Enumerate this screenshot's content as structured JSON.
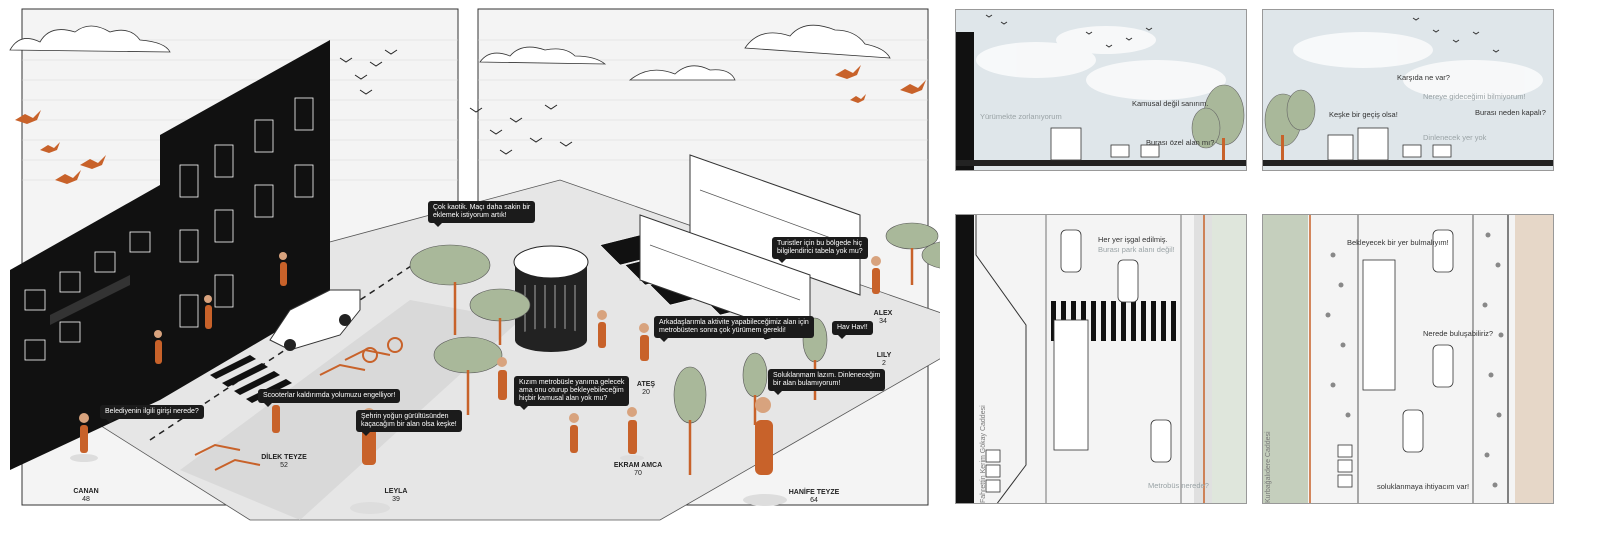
{
  "colors": {
    "accent": "#c8622a",
    "tree": "#a9b89a",
    "building": "#111111",
    "ground": "#e6e6e6",
    "sky": "#dfe6ea",
    "bubble": "#1b1b1b"
  },
  "isometric": {
    "bubbles": [
      {
        "id": "b1",
        "text": "Çok kaotik. Maçı daha sakin bir\neklemek istiyorum artık!"
      },
      {
        "id": "b2",
        "text": "Turistler için bu bölgede hiç\nbilgilendirici tabela yok mu?"
      },
      {
        "id": "b3",
        "text": "Arkadaşlarımla aktivite yapabileceğimiz alan için\nmetrobüsten sonra çok yürümem gerekli!"
      },
      {
        "id": "b4",
        "text": "Hav Hav!!"
      },
      {
        "id": "b5",
        "text": "Soluklanmam lazım. Dinleneceğim\nbir alan bulamıyorum!"
      },
      {
        "id": "b6",
        "text": "Kızım metrobüsle yanıma gelecek\nama onu oturup bekleyebileceğim\nhiçbir kamusal alan yok mu?"
      },
      {
        "id": "b7",
        "text": "Scooterlar kaldırımda yolumuzu engelliyor!"
      },
      {
        "id": "b8",
        "text": "Belediyenin ilgili girişi nerede?"
      },
      {
        "id": "b9",
        "text": "Şehrin yoğun gürültüsünden\nkaçacağım bir alan olsa keşke!"
      }
    ],
    "people": [
      {
        "name": "CANAN",
        "age": "48"
      },
      {
        "name": "DİLEK TEYZE",
        "age": "52"
      },
      {
        "name": "LEYLA",
        "age": "39"
      },
      {
        "name": "ATEŞ",
        "age": "20"
      },
      {
        "name": "EKRAM AMCA",
        "age": "70"
      },
      {
        "name": "HANİFE TEYZE",
        "age": "64"
      },
      {
        "name": "ALEX",
        "age": "34"
      },
      {
        "name": "LILY",
        "age": "2"
      }
    ]
  },
  "sections": {
    "left": {
      "quotes": [
        {
          "text": "Yürümekte zorlanıyorum",
          "faint": true
        },
        {
          "text": "Kamusal değil sanırım.",
          "faint": false
        },
        {
          "text": "Burası özel alan mı?",
          "faint": false
        }
      ]
    },
    "right": {
      "quotes": [
        {
          "text": "Karşıda ne var?",
          "faint": false
        },
        {
          "text": "Nereye gideceğimi bilmiyorum!",
          "faint": true
        },
        {
          "text": "Keşke bir geçiş olsa!",
          "faint": false
        },
        {
          "text": "Burası neden kapalı?",
          "faint": false
        },
        {
          "text": "Dinlenecek yer yok",
          "faint": true
        }
      ]
    }
  },
  "plans": {
    "left": {
      "street": "Fahrettin Kerim Gökay Caddesi",
      "quotes": [
        {
          "text": "Her yer işgal edilmiş.",
          "faint": false
        },
        {
          "text": "Burası park alanı değil!",
          "faint": true
        },
        {
          "text": "Metrobüs nerede?",
          "faint": true
        }
      ]
    },
    "right": {
      "street": "Kurbağalıdere Caddesi",
      "quotes": [
        {
          "text": "Bekleyecek bir yer bulmalıyım!",
          "faint": false
        },
        {
          "text": "Nerede buluşabiliriz?",
          "faint": false
        },
        {
          "text": "soluklanmaya ihtiyacım var!",
          "faint": false
        }
      ]
    }
  }
}
